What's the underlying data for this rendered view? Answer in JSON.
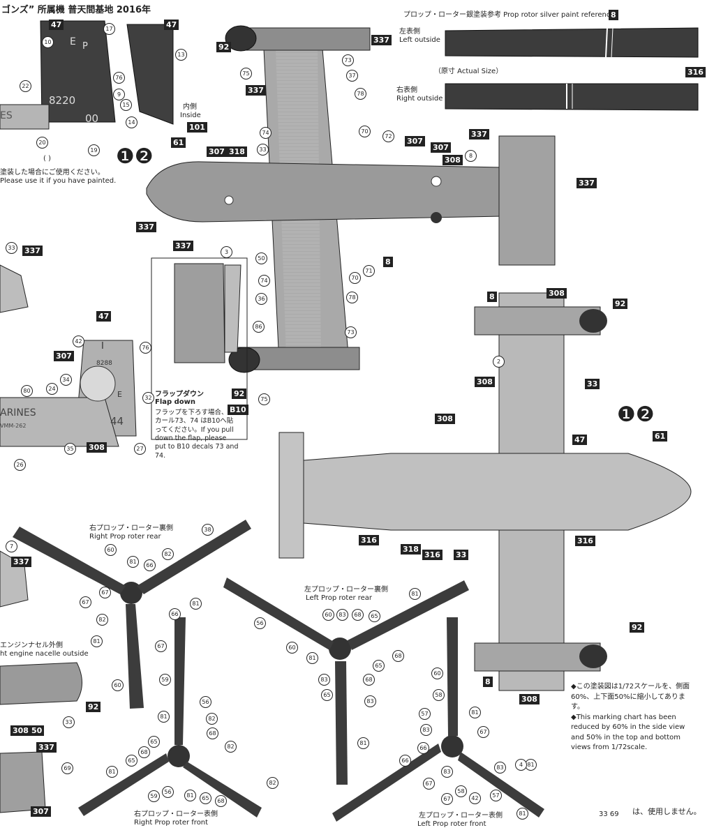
{
  "header": {
    "title_jp": "ゴンズ” 所属機 普天間基地 2016年"
  },
  "prop_ref": {
    "title": "プロップ・ローター銀塗装参考  Prop rotor silver paint reference",
    "left_jp": "左表側",
    "left_en": "Left outside",
    "actual": "（原寸  Actual Size）",
    "right_jp": "右表側",
    "right_en": "Right outside"
  },
  "inside": {
    "jp": "内側",
    "en": "Inside"
  },
  "painted_note": {
    "paren": "(  )",
    "jp": "塗装した場合にご使用ください。",
    "en": "Please use it if you have painted."
  },
  "flap": {
    "caption_jp": "フラップダウン",
    "caption_en": "Flap down",
    "note": "フラップを下ろす場合、デカール73、74 はB10へ貼ってください。If you pull down the flap, please put to B10 decals 73 and 74."
  },
  "labels": {
    "prop_rear_right_jp": "右プロップ・ローター裏側",
    "prop_rear_right_en": "Right Prop roter rear",
    "prop_rear_left_jp": "左プロップ・ローター裏側",
    "prop_rear_left_en": "Left Prop roter rear",
    "prop_front_right_jp": "右プロップ・ローター表側",
    "prop_front_right_en": "Right Prop roter front",
    "prop_front_left_jp": "左プロップ・ローター表側",
    "prop_front_left_en": "Left Prop roter front",
    "nacelle_jp": "エンジンナセル外側",
    "nacelle_en": "ht engine nacelle outside"
  },
  "note": {
    "jp": "◆この塗装図は1/72スケールを、側面60%、上下面50%に縮小してあります。",
    "en": "◆This marking chart has been reduced by 60% in the side view and 50% in the top and bottom views from 1/72scale."
  },
  "unused": {
    "nums": "33 69",
    "text": "は、使用しません。"
  },
  "markings": {
    "tail_a": [
      "E",
      "P",
      "8220",
      "00"
    ],
    "tail_b": [
      "ES"
    ],
    "tail_c": [
      "I",
      "8288",
      "E",
      "44"
    ],
    "tail_c_text": "ARINES",
    "tail_c_sub": "VMM-262",
    "big_badge": "❶❷"
  },
  "boxed_callouts": [
    "47",
    "47",
    "92",
    "337",
    "8",
    "316",
    "337",
    "101",
    "61",
    "307",
    "318",
    "337",
    "307",
    "307",
    "308",
    "337",
    "337",
    "8",
    "337",
    "337",
    "47",
    "307",
    "308",
    "92",
    "8",
    "308",
    "92",
    "308",
    "33",
    "308",
    "61",
    "47",
    "316",
    "318",
    "316",
    "33",
    "316",
    "92",
    "8",
    "308",
    "337",
    "337",
    "92",
    "308",
    "50",
    "337",
    "307",
    "B10"
  ],
  "circled_callouts": [
    "17",
    "13",
    "10",
    "22",
    "76",
    "9",
    "15",
    "14",
    "20",
    "19",
    "75",
    "73",
    "37",
    "78",
    "74",
    "33",
    "70",
    "72",
    "8",
    "3",
    "50",
    "74",
    "36",
    "86",
    "71",
    "70",
    "78",
    "73",
    "75",
    "2",
    "33",
    "42",
    "76",
    "34",
    "24",
    "80",
    "32",
    "35",
    "27",
    "26",
    "38",
    "60",
    "81",
    "66",
    "82",
    "67",
    "67",
    "82",
    "66",
    "81",
    "81",
    "67",
    "60",
    "59",
    "56",
    "82",
    "68",
    "81",
    "65",
    "68",
    "82",
    "65",
    "81",
    "56",
    "59",
    "81",
    "65",
    "68",
    "82",
    "56",
    "60",
    "83",
    "68",
    "65",
    "81",
    "60",
    "81",
    "65",
    "68",
    "83",
    "68",
    "65",
    "83",
    "81",
    "60",
    "58",
    "57",
    "81",
    "83",
    "67",
    "66",
    "81",
    "83",
    "67",
    "57",
    "81",
    "66",
    "67",
    "83",
    "58",
    "42",
    "4",
    "7",
    "33",
    "69"
  ],
  "colors": {
    "dark": "#3a3a3a",
    "mid": "#8a8a8a",
    "light": "#c9c9c9",
    "line": "#222222",
    "bg": "#ffffff"
  }
}
